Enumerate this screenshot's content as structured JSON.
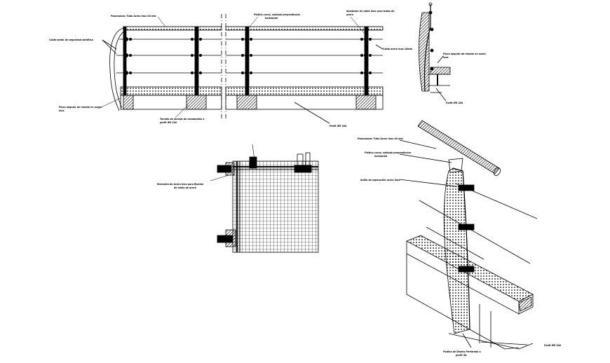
{
  "drawing": {
    "stroke_color": "#000000",
    "fill_hatch_color": "#000000",
    "background": "#ffffff"
  },
  "labels": {
    "front_top_handrail": "Pasamanos: Tubo Acero Inox 40 mm",
    "front_top_plate": "Platina curva, soldada perpendicular",
    "front_top_plate2": "horizontal",
    "front_top_right": "Ajustador de cable inox para tubos de",
    "front_top_right2": "acero",
    "front_left_cable": "Cable metal de seguridad sintético",
    "front_right_cable": "Cable acero inox 16mm",
    "front_left_plate": "Placa angular de remate en acero",
    "front_left_plate2": "inox",
    "front_bottom_mid": "Tornillo de anclaje de columnetas a",
    "front_bottom_mid2": "perfil IPE 200",
    "front_bottom_right": "Perfil IPE 200",
    "side_plate": "Placa angular de remate en acero",
    "side_plate2": "inox",
    "side_profile": "Perfil IPE 200",
    "mesh_label": "Elemento de Acero Inox para fijación",
    "mesh_label2": "de malla de acero",
    "iso_handrail": "Pasamanos: Tubo Acero Inox 40 mm",
    "iso_plate": "Platina curva, soldada perpendicular",
    "iso_plate2": "horizontal",
    "iso_ring": "Anillo de separación acero inox",
    "iso_bottom": "Platina de Diseño Perforada a",
    "iso_bottom2": "perfil ISL",
    "iso_profile": "Perfil IPE 200"
  }
}
